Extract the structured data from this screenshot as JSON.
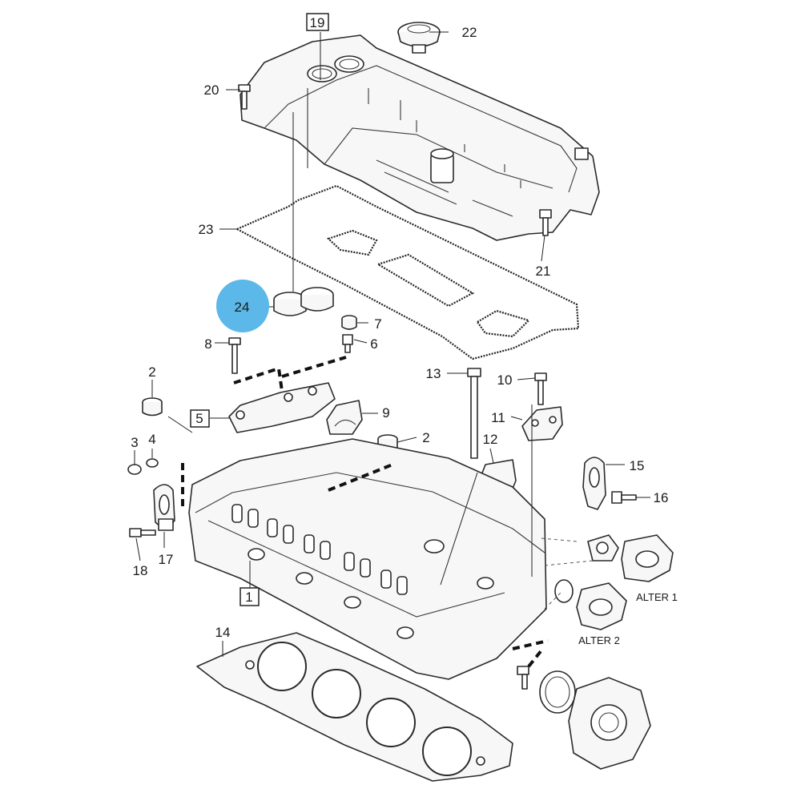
{
  "diagram": {
    "callouts": {
      "c1": "1",
      "c2a": "2",
      "c2b": "2",
      "c3": "3",
      "c4": "4",
      "c5": "5",
      "c6": "6",
      "c7": "7",
      "c8": "8",
      "c9": "9",
      "c10": "10",
      "c11": "11",
      "c12": "12",
      "c13": "13",
      "c14": "14",
      "c15": "15",
      "c16": "16",
      "c17": "17",
      "c18": "18",
      "c19": "19",
      "c20": "20",
      "c21": "21",
      "c22": "22",
      "c23": "23",
      "c24": "24"
    },
    "alternatives": {
      "alter1": "ALTER 1",
      "alter2": "ALTER 2"
    },
    "highlight_color": "#5bb8e8"
  }
}
